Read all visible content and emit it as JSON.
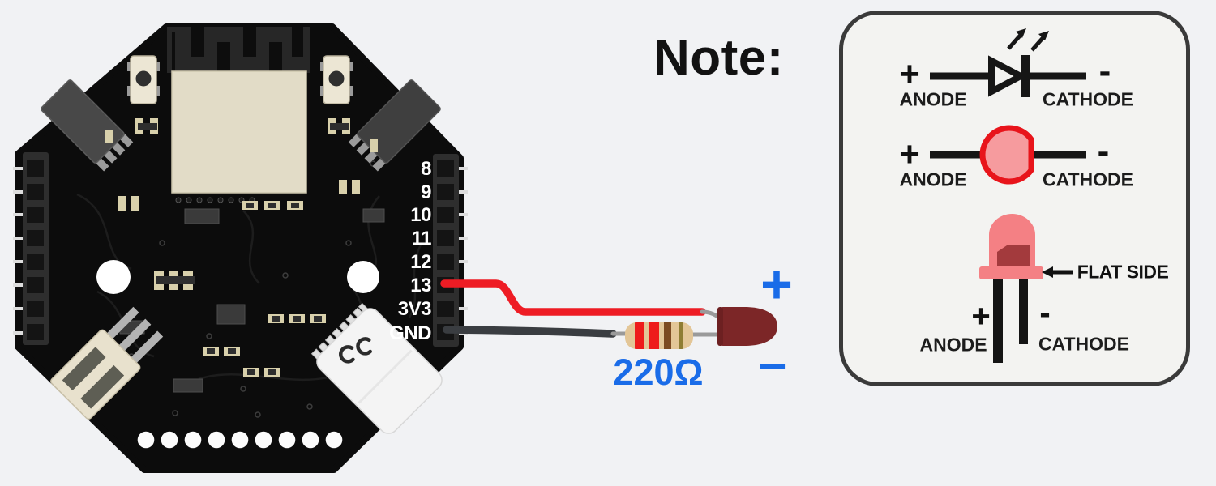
{
  "note": {
    "title": "Note:"
  },
  "board": {
    "pins": [
      "8",
      "9",
      "10",
      "11",
      "12",
      "13",
      "3V3",
      "GND"
    ]
  },
  "wiring": {
    "positive_label": "+",
    "negative_label": "−",
    "resistor_label": "220Ω"
  },
  "note_panel": {
    "schematic_row": {
      "plus": "+",
      "minus": "-",
      "anode_label": "ANODE",
      "cathode_label": "CATHODE"
    },
    "top_view_row": {
      "plus": "+",
      "minus": "-",
      "anode_label": "ANODE",
      "cathode_label": "CATHODE"
    },
    "side_view_row": {
      "plus": "+",
      "minus": "-",
      "anode_label": "ANODE",
      "cathode_label": "CATHODE",
      "flat_side_label": "FLAT SIDE"
    }
  },
  "colors": {
    "accent_blue": "#1a6ce8",
    "wire_red": "#ee1c24",
    "wire_black": "#3a3d41",
    "resistor_body": "#e3c697",
    "led_dark_red": "#7c2627",
    "note_led_red": "#e8141b",
    "note_led_pink": "#f69b9e",
    "led_salmon": "#f48084",
    "pcb_black": "#0c0c0c",
    "module_beige": "#e2dcc7"
  }
}
